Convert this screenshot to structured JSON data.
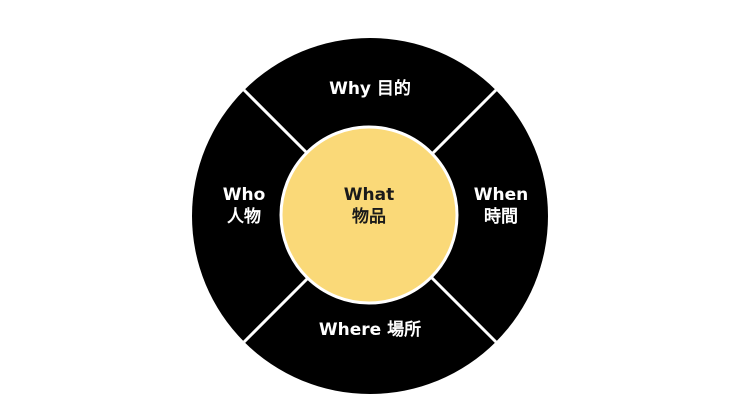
{
  "diagram": {
    "center": {
      "line1": "What",
      "line2": "物品"
    },
    "top": {
      "label": "Why 目的"
    },
    "left": {
      "line1": "Who",
      "line2": "人物"
    },
    "right": {
      "line1": "When",
      "line2": "時間"
    },
    "bottom": {
      "label": "Where 場所"
    }
  },
  "colors": {
    "background": "#ffffff",
    "outer_ring": "#000000",
    "divider": "#ffffff",
    "center_fill": "#fad978",
    "center_stroke": "#ffffff",
    "text_on_dark": "#ffffff",
    "text_on_light": "#1a1a1a"
  }
}
